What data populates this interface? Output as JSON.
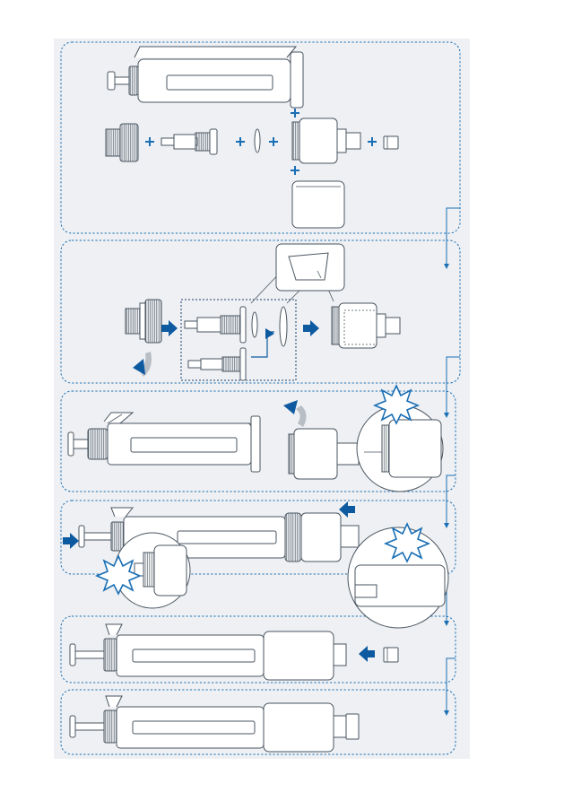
{
  "diagram": {
    "panels": [
      "step-1-parts",
      "step-2-assembly",
      "step-3-attach-cylinder",
      "step-4-push-tighten",
      "step-5-attach-nozzle",
      "step-6-assembled"
    ]
  },
  "colors": {
    "accent": "#1a6fb5",
    "arrow_fill": "#0e5aa0",
    "rotate_arrow": "#b9bec4",
    "outline": "#4a5560",
    "sheet_background": "#eef0f3"
  },
  "icons": [
    "plus-icon",
    "push-arrow-icon",
    "rotate-arrow-icon",
    "click-burst-icon",
    "flow-arrow-icon",
    "zoom-callout"
  ]
}
